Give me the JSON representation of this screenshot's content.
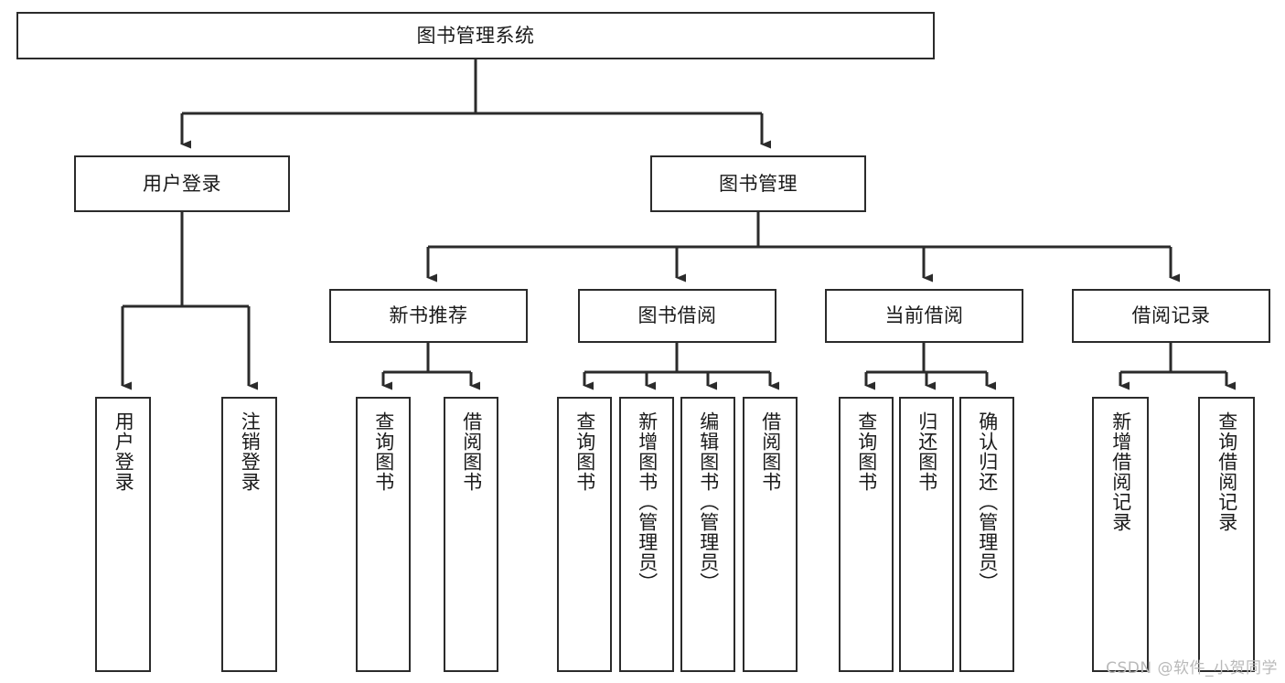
{
  "diagram": {
    "type": "hierarchy-tree",
    "title": "图书管理系统",
    "watermark": "CSDN @软件_小贺同学",
    "colors": {
      "stroke": "#2b2b2b",
      "fill": "#ffffff",
      "text": "#1a1a1a",
      "watermark": "#b9b9b9"
    },
    "nodes": {
      "root": {
        "label": "图书管理系统"
      },
      "level2": [
        {
          "label": "用户登录"
        },
        {
          "label": "图书管理"
        }
      ],
      "level3": [
        {
          "label": "新书推荐"
        },
        {
          "label": "图书借阅"
        },
        {
          "label": "当前借阅"
        },
        {
          "label": "借阅记录"
        }
      ],
      "leaves_user_login": [
        {
          "label": "用户登录"
        },
        {
          "label": "注销登录"
        }
      ],
      "leaves_new_book": [
        {
          "label": "查询图书"
        },
        {
          "label": "借阅图书"
        }
      ],
      "leaves_borrow": [
        {
          "label": "查询图书"
        },
        {
          "label": "新增图书（管理员）"
        },
        {
          "label": "编辑图书（管理员）"
        },
        {
          "label": "借阅图书"
        }
      ],
      "leaves_current": [
        {
          "label": "查询图书"
        },
        {
          "label": "归还图书"
        },
        {
          "label": "确认归还（管理员）"
        }
      ],
      "leaves_record": [
        {
          "label": "新增借阅记录"
        },
        {
          "label": "查询借阅记录"
        }
      ]
    }
  }
}
